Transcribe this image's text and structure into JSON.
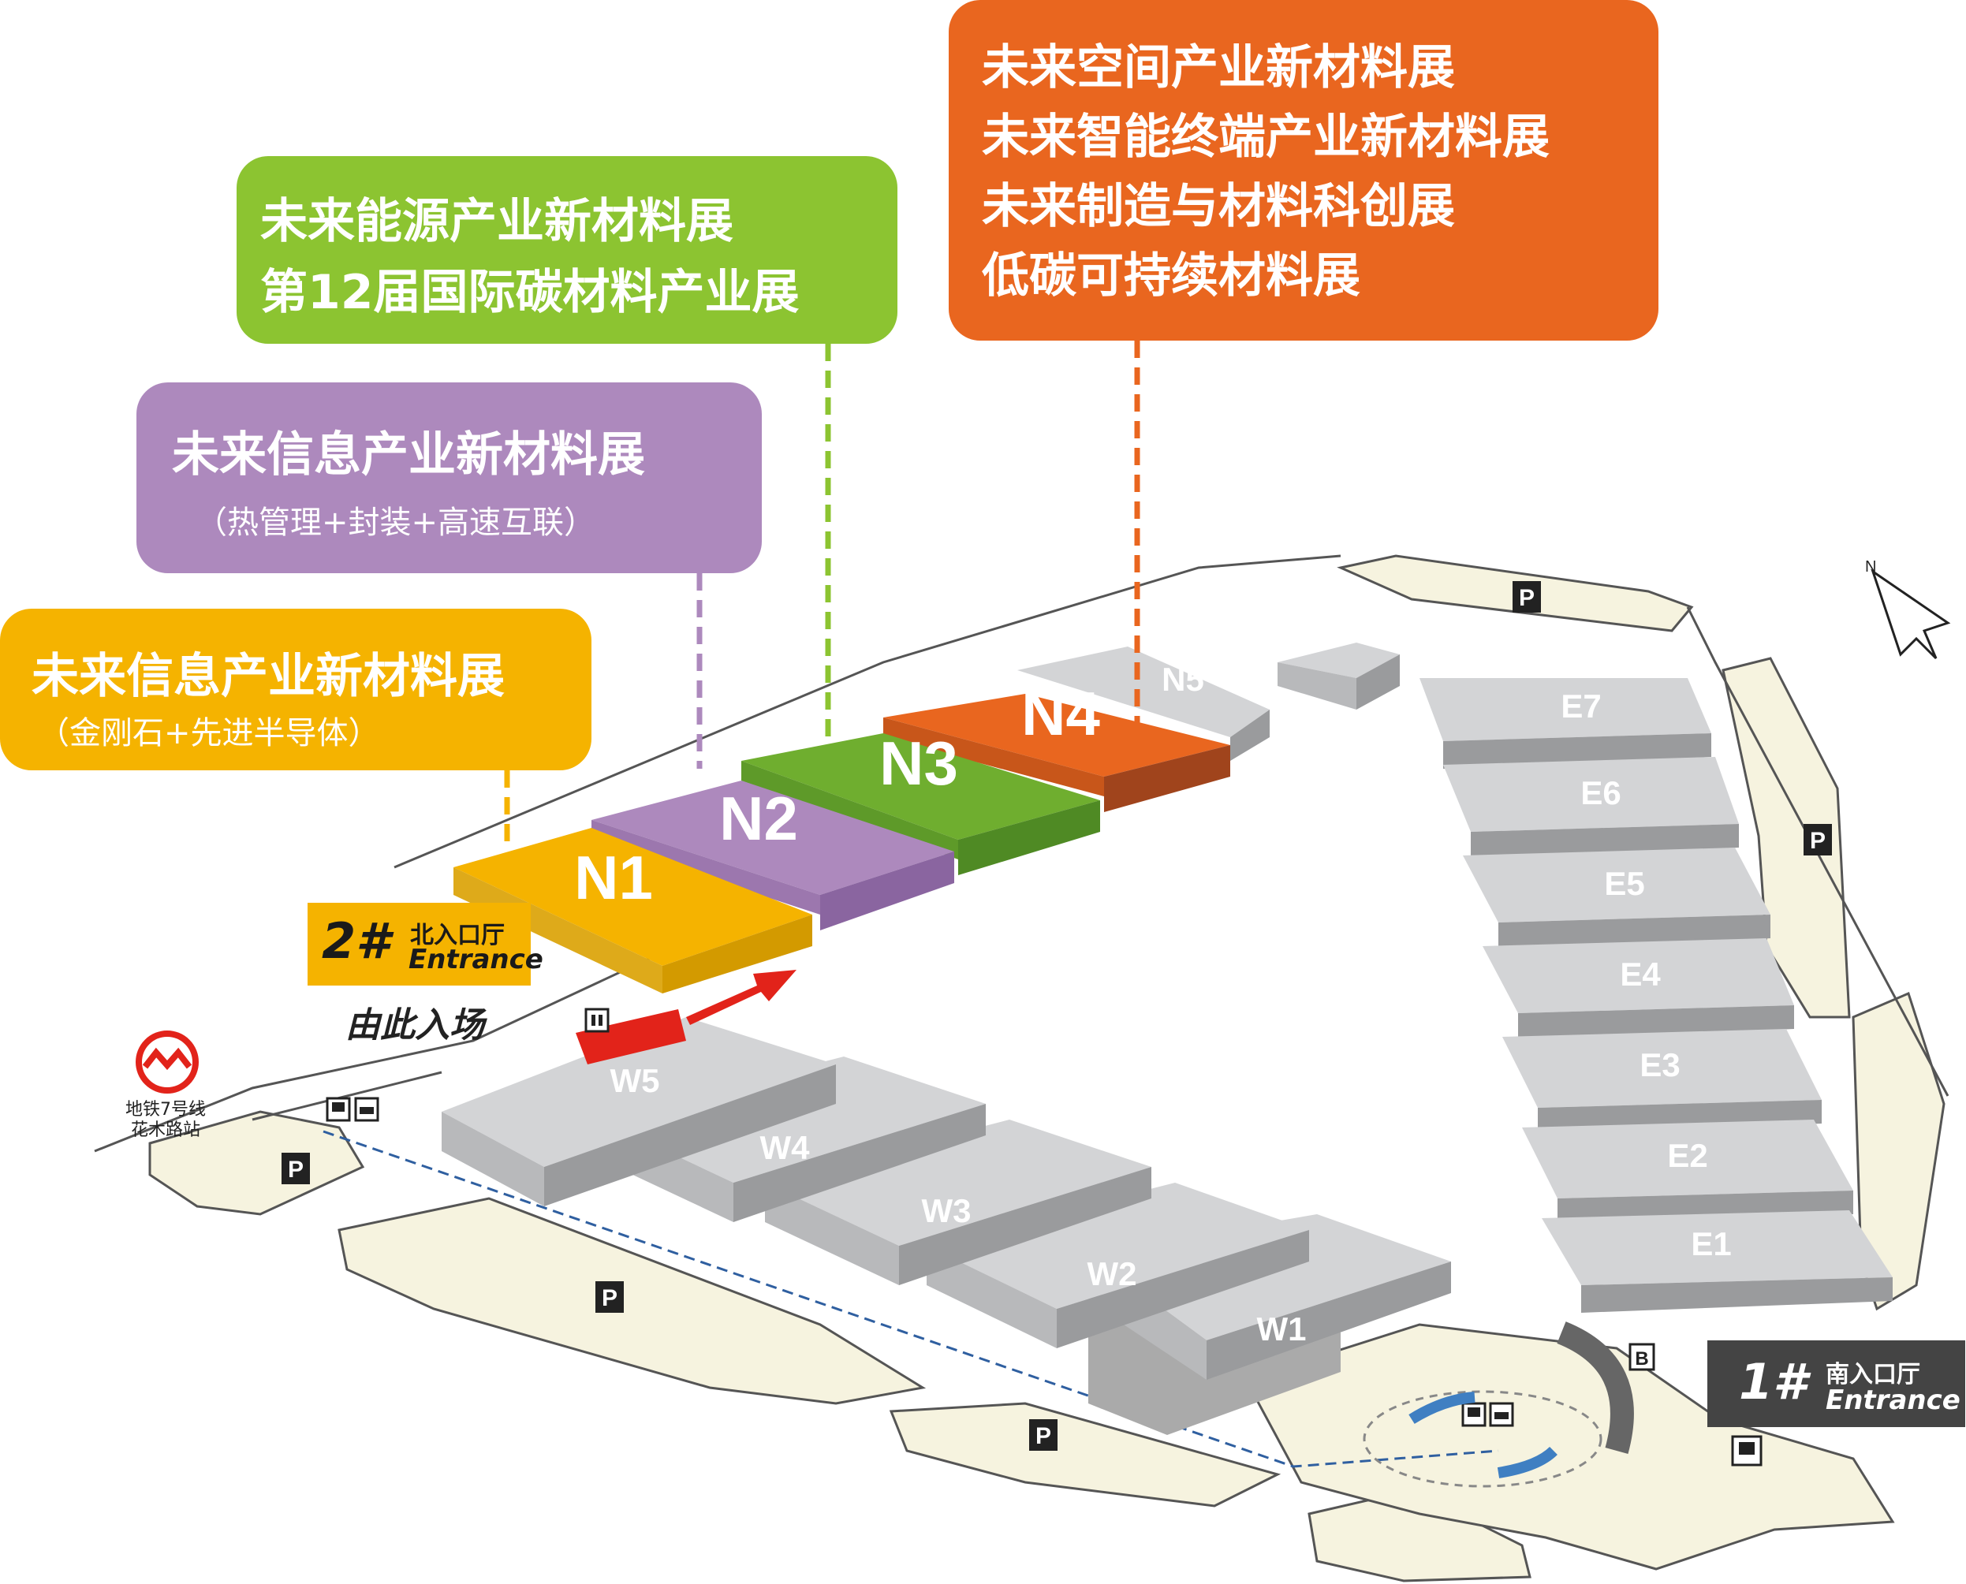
{
  "callouts": {
    "orange": {
      "lines": [
        "未来空间产业新材料展",
        "未来智能终端产业新材料展",
        "未来制造与材料科创展",
        "低碳可持续材料展"
      ],
      "color": "#e9661f"
    },
    "green": {
      "lines": [
        "未来能源产业新材料展",
        "第12届国际碳材料产业展"
      ],
      "color": "#8cc431"
    },
    "purple": {
      "title": "未来信息产业新材料展",
      "subtitle": "（热管理+封装+高速互联）",
      "color": "#ad89bd"
    },
    "yellow": {
      "title": "未来信息产业新材料展",
      "subtitle": "（金刚石+先进半导体）",
      "color": "#f5b300"
    }
  },
  "halls": {
    "N1": "N1",
    "N2": "N2",
    "N3": "N3",
    "N4": "N4",
    "N5": "N5",
    "E1": "E1",
    "E2": "E2",
    "E3": "E3",
    "E4": "E4",
    "E5": "E5",
    "E6": "E6",
    "E7": "E7",
    "W1": "W1",
    "W2": "W2",
    "W3": "W3",
    "W4": "W4",
    "W5": "W5"
  },
  "entrances": {
    "north": {
      "number": "2#",
      "label_cn": "北入口厅",
      "label_en": "Entrance"
    },
    "south": {
      "number": "1#",
      "label_cn": "南入口厅",
      "label_en": "Entrance"
    }
  },
  "enter_here": "由此入场",
  "metro": {
    "line1": "地铁7号线",
    "line2": "花木路站",
    "color": "#e2231a"
  },
  "parking_label": "P",
  "building_b_label": "B",
  "icons": [
    "bus-icon",
    "car-icon",
    "compass-icon",
    "metro-logo-icon",
    "restroom-icon"
  ],
  "colors": {
    "hall_gray": "#d3d4d6",
    "n1": "#f5b300",
    "n2": "#ad89bd",
    "n3": "#6fae2f",
    "n4": "#e9661f",
    "parking": "#f6f3df"
  }
}
